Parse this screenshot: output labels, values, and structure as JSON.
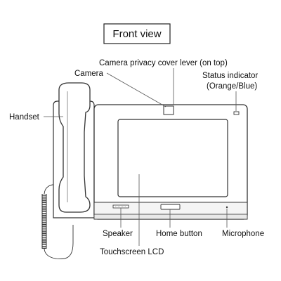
{
  "title": "Front view",
  "labels": {
    "privacy_lever": "Camera privacy cover lever (on top)",
    "camera": "Camera",
    "status_indicator_line1": "Status indicator",
    "status_indicator_line2": "(Orange/Blue)",
    "handset": "Handset",
    "speaker": "Speaker",
    "home_button": "Home button",
    "microphone": "Microphone",
    "touchscreen": "Touchscreen LCD"
  },
  "colors": {
    "line": "#333333",
    "panel": "#f7f7f7",
    "text": "#111111"
  }
}
